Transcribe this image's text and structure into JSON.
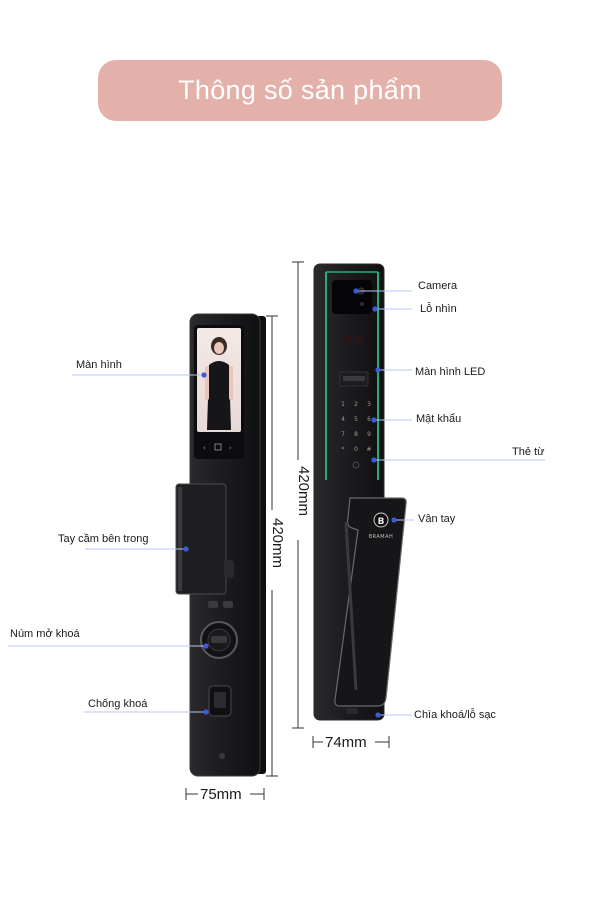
{
  "header": {
    "title": "Thông số sản phẩm"
  },
  "brand": {
    "name": "BRAMAH",
    "logo_letter": "B"
  },
  "labels": {
    "screen": "Màn hình",
    "inner_handle": "Tay cầm bên trong",
    "unlock_knob": "Núm mở khoá",
    "anti_lock": "Chống khoá",
    "camera": "Camera",
    "peephole": "Lỗ nhìn",
    "led_screen": "Màn hình LED",
    "password": "Mật khẩu",
    "card": "Thẻ từ",
    "fingerprint": "Vân tay",
    "key_charge": "Chìa khoá/lỗ sạc"
  },
  "dimensions": {
    "height_inner": "420mm",
    "height_outer": "420mm",
    "width_inner": "75mm",
    "width_outer": "74mm"
  },
  "colors": {
    "banner": "#e3b1aa",
    "accent_dot": "#3b5bdb",
    "lock_body": "#1d1d1f",
    "led_green": "#1fae7a"
  }
}
